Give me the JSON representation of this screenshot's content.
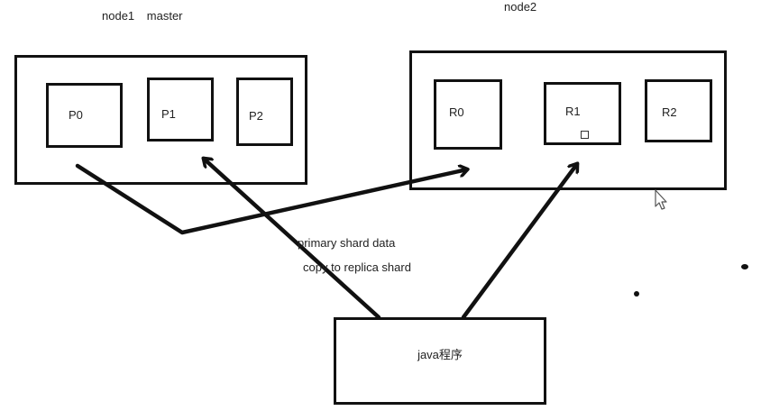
{
  "nodes": {
    "node1": {
      "name": "node1",
      "role": "master"
    },
    "node2": {
      "name": "node2"
    }
  },
  "primary_shards": [
    "P0",
    "P1",
    "P2"
  ],
  "replica_shards": [
    "R0",
    "R1",
    "R2"
  ],
  "annotation": {
    "line1": "primary shard data",
    "line2": "copy to replica shard"
  },
  "program": {
    "label": "java程序"
  }
}
